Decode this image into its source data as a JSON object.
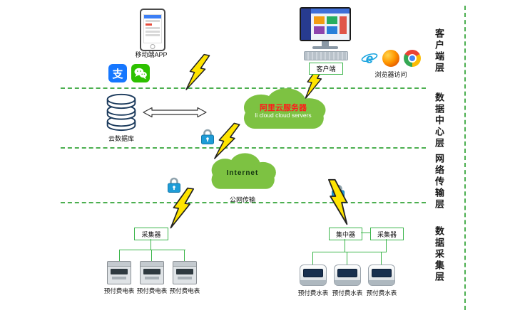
{
  "layer_labels": {
    "client": "客户端层",
    "data_center": "数据中心层",
    "network": "网络传输层",
    "collection": "数据采集层"
  },
  "client_layer": {
    "mobile_app_label": "移动端APP",
    "client_label": "客户端",
    "browser_label": "浏览器访问"
  },
  "data_center_layer": {
    "cloud_db_label": "云数据库",
    "ali_cloud_title": "阿里云服务器",
    "ali_cloud_subtitle": "li cloud  cloud servers"
  },
  "network_layer": {
    "internet_label": "Internet",
    "public_net_label": "公网传输"
  },
  "collection_layer": {
    "collector_left_label": "采集器",
    "concentrator_label": "集中器",
    "collector_right_label": "采集器",
    "electric_meter_labels": [
      "预付费电表",
      "预付费电表",
      "预付费电表"
    ],
    "water_meter_labels": [
      "预付费水表",
      "预付费水表",
      "预付费水表"
    ]
  },
  "icons": {
    "alipay_glyph": "支",
    "ie_glyph": "e",
    "names": [
      "phone-icon",
      "alipay-icon",
      "wechat-icon",
      "desktop-icon",
      "keyboard-icon",
      "ie-icon",
      "firefox-icon",
      "chrome-icon",
      "database-icon",
      "double-arrow-icon",
      "cloud-icon",
      "lock-icon",
      "lightning-icon",
      "electric-meter-icon",
      "water-meter-icon"
    ]
  },
  "colors": {
    "divider_green": "#4CAF50",
    "box_green": "#3BB54A",
    "cloud_green": "#7DC242",
    "bolt_yellow": "#FFE400",
    "lock_blue": "#1E9CD7",
    "ali_title_red": "#FF1A1A",
    "alipay_blue": "#1677FF",
    "wechat_green": "#2DC100"
  }
}
